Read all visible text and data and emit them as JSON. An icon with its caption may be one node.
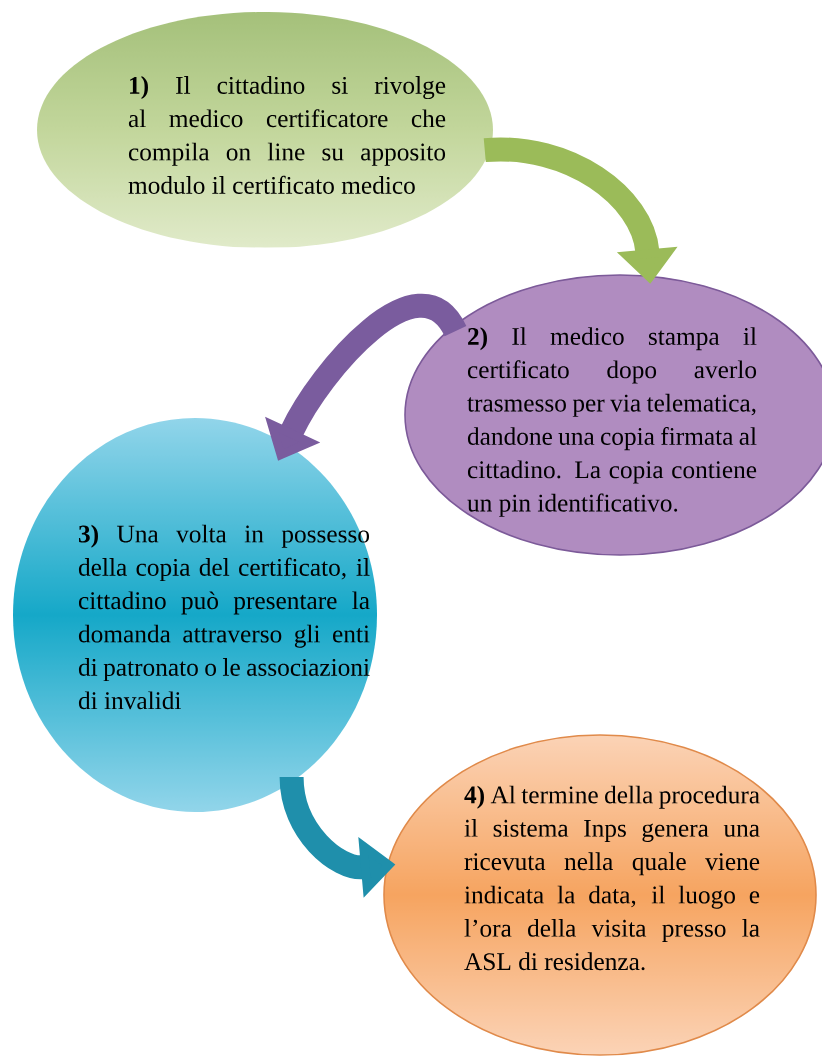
{
  "diagram": {
    "nodes": [
      {
        "text": [
          "**1)** Il cittadino si rivolge al medico certificatore che compila on line su apposito modulo il certificato medico"
        ]
      },
      {
        "text": [
          "**2)** Il medico stampa il certificato dopo averlo trasmesso per via telematica, dandone una copia firmata al cittadino. La copia contiene un pin identificativo."
        ]
      },
      {
        "text": [
          "**3)** Una volta in possesso della copia del certificato, il cittadino può presentare la domanda attraverso gli enti di patronato o le associazioni di invalidi"
        ]
      },
      {
        "text": [
          "**4)** Al termine della procedura il sistema Inps genera una ricevuta nella quale viene indicata la data, il luogo e l’ora della visita presso la ASL di residenza."
        ]
      }
    ],
    "edges": [
      {
        "from": 0,
        "to": 1,
        "arrow": "to",
        "color": "#9bbb59"
      },
      {
        "from": 1,
        "to": 2,
        "arrow": "to",
        "color": "#7a5c9e"
      },
      {
        "from": 2,
        "to": 3,
        "arrow": "to",
        "color": "#1f8fab"
      }
    ]
  }
}
